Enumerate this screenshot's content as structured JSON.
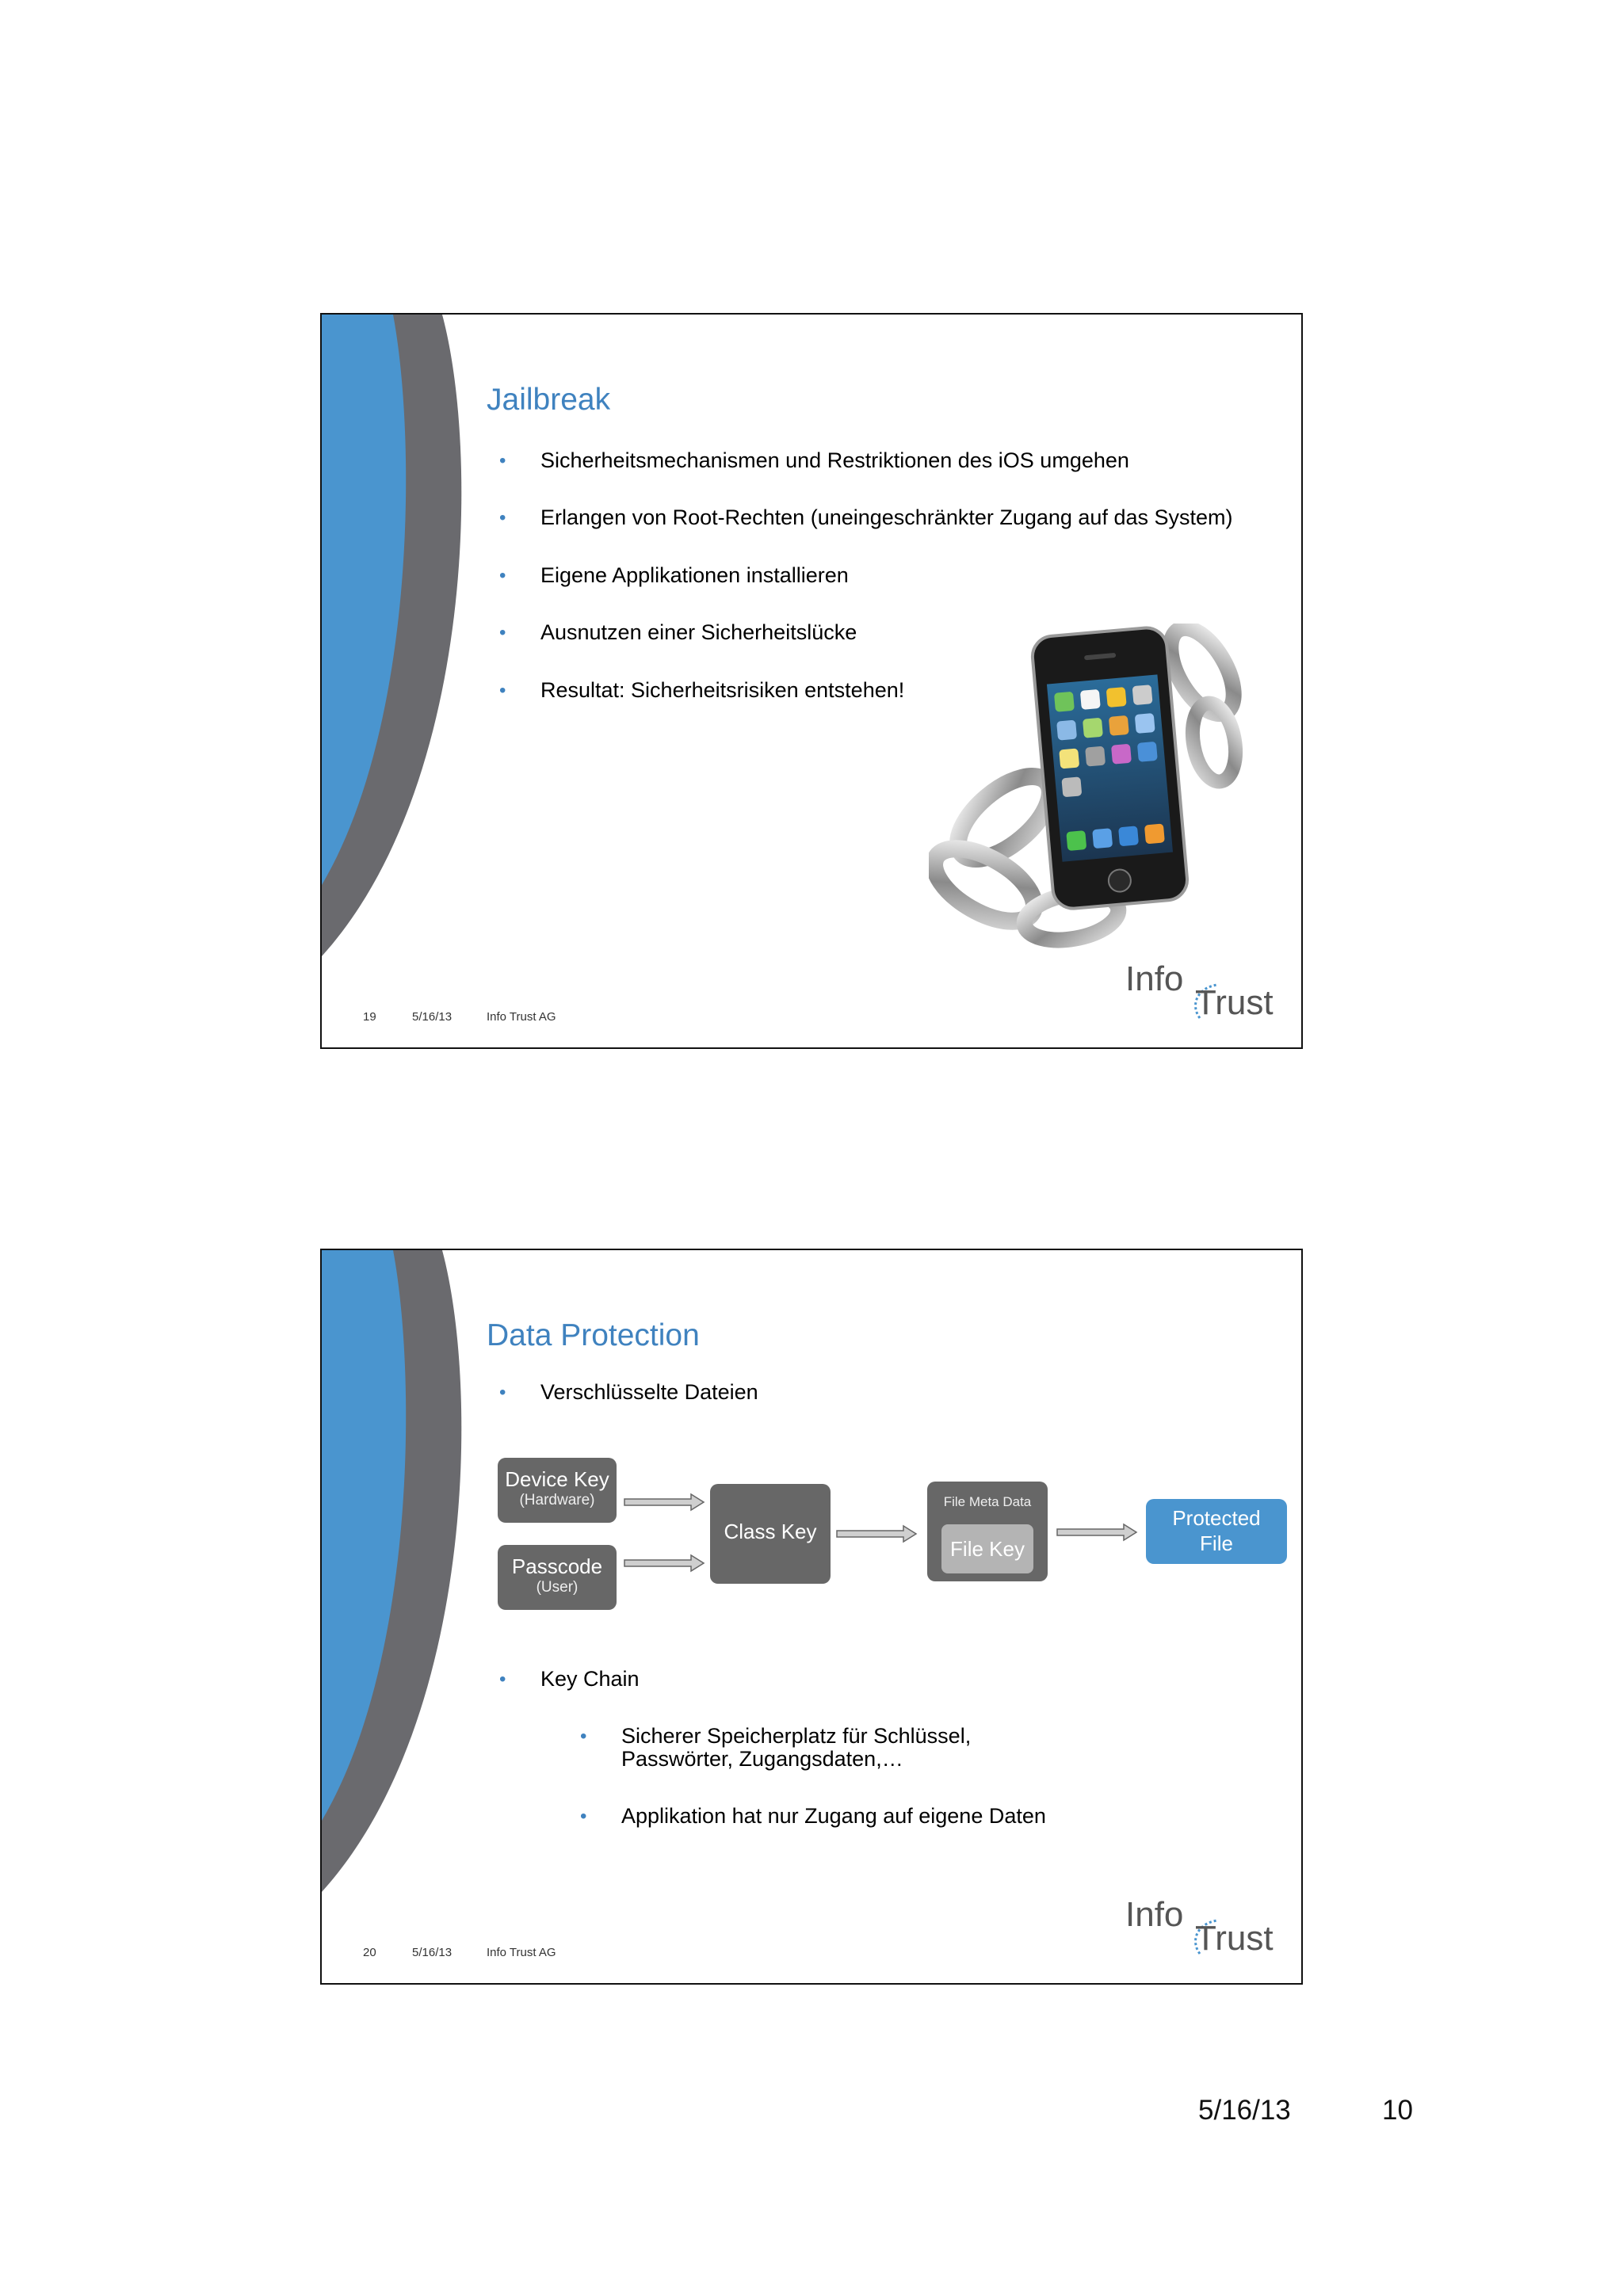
{
  "slides": [
    {
      "title": "Jailbreak",
      "bullets": [
        "Sicherheitsmechanismen und Restriktionen des iOS umgehen",
        "Erlangen von Root-Rechten (uneingeschränkter Zugang auf das System)",
        "Eigene Applikationen installieren",
        "Ausnutzen einer Sicherheitslücke",
        "Resultat: Sicherheitsrisiken entstehen!"
      ],
      "footer": {
        "number": "19",
        "date": "5/16/13",
        "company": "Info Trust AG"
      }
    },
    {
      "title": "Data Protection",
      "bullets": [
        "Verschlüsselte Dateien",
        "Key Chain"
      ],
      "sub_bullets": [
        "Sicherer Speicherplatz für Schlüssel,",
        "Passwörter, Zugangsdaten,…",
        "Applikation hat nur Zugang auf eigene Daten"
      ],
      "diagram": {
        "device_key": "Device Key",
        "device_key_sub": "(Hardware)",
        "passcode": "Passcode",
        "passcode_sub": "(User)",
        "class_key": "Class Key",
        "file_meta": "File Meta Data",
        "file_key": "File Key",
        "protected_1": "Protected",
        "protected_2": "File"
      },
      "footer": {
        "number": "20",
        "date": "5/16/13",
        "company": "Info Trust AG"
      }
    }
  ],
  "logo": {
    "info": "Info",
    "trust": "Trust"
  },
  "page": {
    "date": "5/16/13",
    "number": "10"
  },
  "colors": {
    "accent_blue": "#3f82bf",
    "deco_blue": "#4a95cf",
    "deco_gray": "#6a6a6e",
    "box_gray": "#676767"
  }
}
